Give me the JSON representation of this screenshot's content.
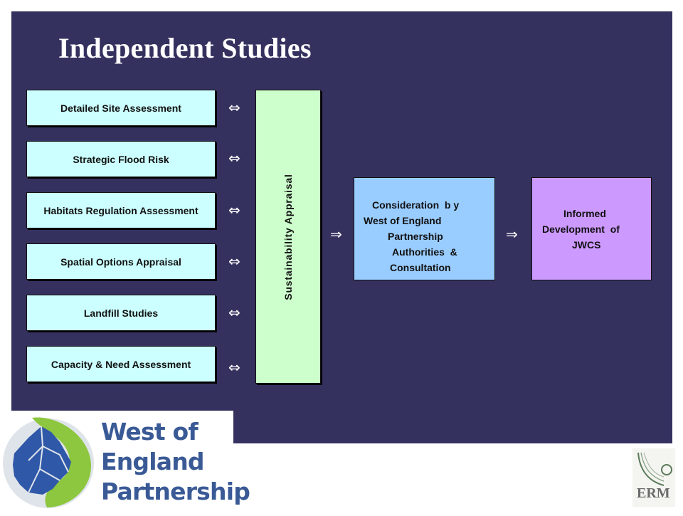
{
  "slide": {
    "title": "Independent Studies"
  },
  "studies": [
    "Detailed Site Assessment",
    "Strategic Flood Risk",
    "Habitats Regulation Assessment",
    "Spatial Options Appraisal",
    "Landfill Studies",
    "Capacity & Need Assessment"
  ],
  "arrows": {
    "bidirectional": "⇔",
    "forward": "⇒"
  },
  "sustainability": {
    "label": "Sustainability Appraisal"
  },
  "consideration": {
    "lines": [
      "Consideration  b y",
      "West of England",
      "Partnership",
      "Authorities  &",
      "Consultation"
    ]
  },
  "informed": {
    "lines": [
      "Informed",
      "Development  of",
      "JWCS"
    ]
  },
  "logo": {
    "line1": "West of",
    "line2": "England",
    "line3": "Partnership",
    "colors": {
      "text": "#3a5a96",
      "green": "#8dc63f",
      "blue": "#2f58a8"
    }
  },
  "erm_logo": {
    "text": "ERM"
  },
  "colors": {
    "background": "#35315f",
    "studies_fill": "#ccffff",
    "sustainability_fill": "#ccffcc",
    "consideration_fill": "#99ccff",
    "informed_fill": "#cc99ff"
  }
}
